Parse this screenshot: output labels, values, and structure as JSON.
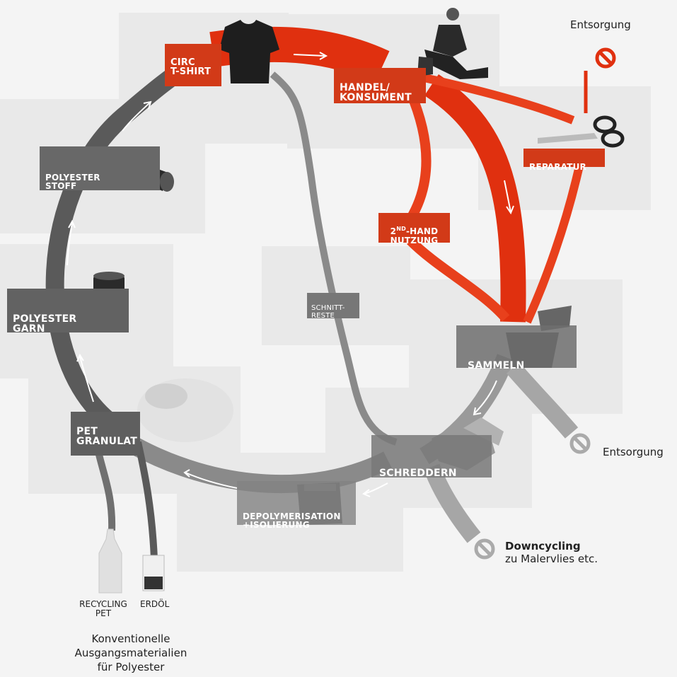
{
  "labels": {
    "circ": "CIRC\nT-SHIRT",
    "handel": "HANDEL/\nKONSUMENT",
    "reparatur": "REPARATUR",
    "second_pre": "2",
    "second_sup": "ND",
    "second_post": "-HAND\nNUTZUNG",
    "sammeln": "SAMMELN",
    "schreddern": "SCHREDDERN",
    "depoly": "DEPOLYMERISATION\n+ISOLIERUNG",
    "pet_granulat": "PET\nGRANULAT",
    "garn": "POLYESTER\nGARN",
    "stoff": "POLYESTER\nSTOFF",
    "schnittreste": "SCHNITT-\nRESTE",
    "entsorgung_top": "Entsorgung",
    "entsorgung_right": "Entsorgung",
    "downcycling_bold": "Downcycling",
    "downcycling_sub": "zu Malervlies etc.",
    "recycling_pet": "RECYCLING\nPET",
    "erdoel": "ERDÖL",
    "konventionelle": "Konventionelle\nAusgangsmaterialien\nfür Polyester"
  },
  "colors": {
    "red": "#e0300f",
    "red_box": "#d23a18",
    "dark_grey": "#5a5a5a",
    "mid_grey": "#7a7a7a",
    "light_grey": "#a6a6a6",
    "noentry": "#aaaaaa",
    "noentry_red": "#e0300f"
  },
  "icons": [
    "tshirt-icon",
    "person-icon",
    "scissors-icon",
    "container-icon",
    "shreds-icon",
    "beaker-icon",
    "granulate-icon",
    "spool-icon",
    "fabric-roll-icon",
    "bottle-icon",
    "oil-beaker-icon",
    "no-entry-icon",
    "arrow-icon"
  ]
}
